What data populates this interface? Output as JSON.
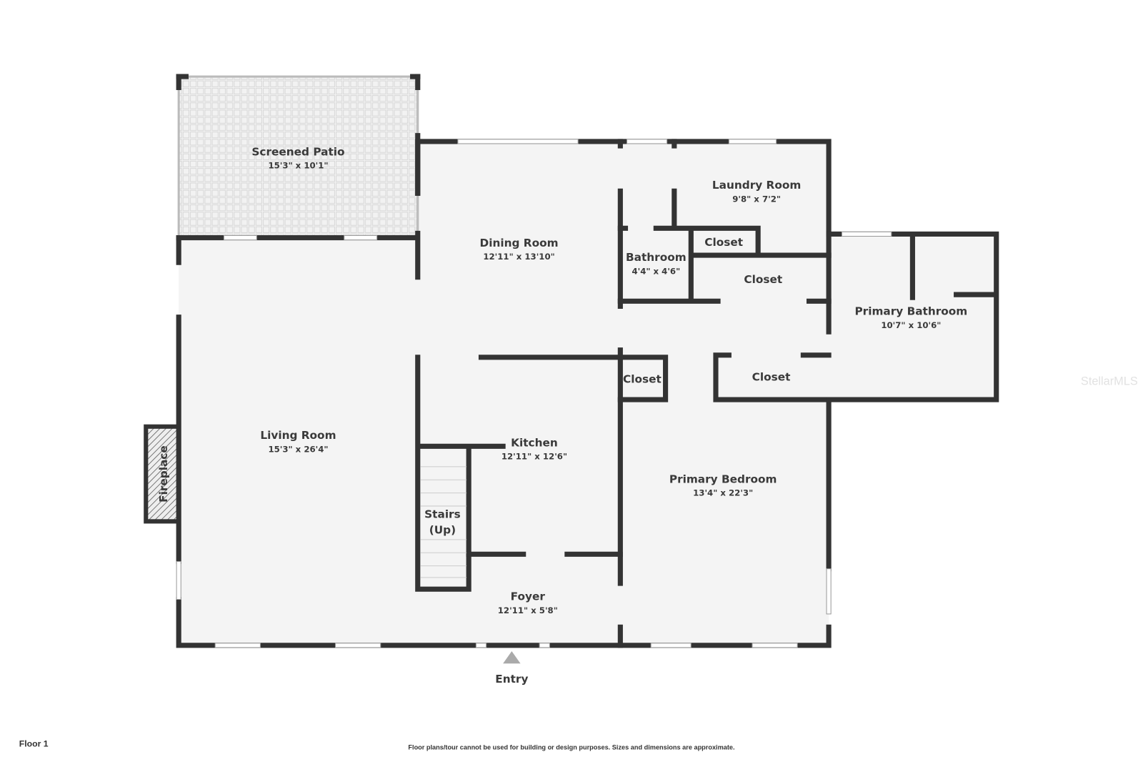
{
  "floor_label": "Floor 1",
  "disclaimer": "Floor plans/tour cannot be used for building or design purposes. Sizes and dimensions are approximate.",
  "watermark": "StellarMLS",
  "entry_label": "Entry",
  "rooms": {
    "screened_patio": {
      "name": "Screened Patio",
      "dims": "15'3\" x 10'1\""
    },
    "dining_room": {
      "name": "Dining Room",
      "dims": "12'11\" x 13'10\""
    },
    "laundry_room": {
      "name": "Laundry Room",
      "dims": "9'8\" x 7'2\""
    },
    "bathroom": {
      "name": "Bathroom",
      "dims": "4'4\" x 4'6\""
    },
    "closet_laundry": {
      "name": "Closet"
    },
    "closet_hall": {
      "name": "Closet"
    },
    "primary_bathroom": {
      "name": "Primary Bathroom",
      "dims": "10'7\" x 10'6\""
    },
    "closet_small": {
      "name": "Closet"
    },
    "closet_bedroom": {
      "name": "Closet"
    },
    "living_room": {
      "name": "Living Room",
      "dims": "15'3\" x 26'4\""
    },
    "kitchen": {
      "name": "Kitchen",
      "dims": "12'11\" x 12'6\""
    },
    "fireplace": {
      "name": "Fireplace"
    },
    "stairs": {
      "name": "Stairs",
      "sub": "(Up)"
    },
    "primary_bedroom": {
      "name": "Primary Bedroom",
      "dims": "13'4\" x 22'3\""
    },
    "foyer": {
      "name": "Foyer",
      "dims": "12'11\" x 5'8\""
    }
  }
}
